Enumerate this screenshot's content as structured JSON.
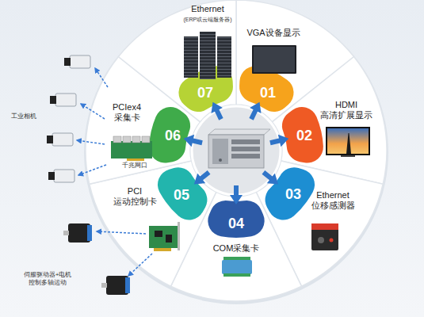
{
  "diagram": {
    "nodes": [
      {
        "text": [
          "01",
          "VGA设备显示"
        ]
      },
      {
        "text": [
          "02",
          "HDMI 高清扩展显示"
        ]
      },
      {
        "text": [
          "03",
          "Ethernet 位移感测器"
        ]
      },
      {
        "text": [
          "04",
          "COM采集卡"
        ]
      },
      {
        "text": [
          "05",
          "PCI 运动控制卡"
        ]
      },
      {
        "text": [
          "06",
          "PCIex4 采集卡",
          "千兆网口"
        ]
      },
      {
        "text": [
          "07",
          "Ethernet",
          "(ERP或云端服务器)"
        ]
      }
    ],
    "labels": [
      "工业相机",
      "伺服驱动器+电机 控制多轴运动"
    ]
  }
}
